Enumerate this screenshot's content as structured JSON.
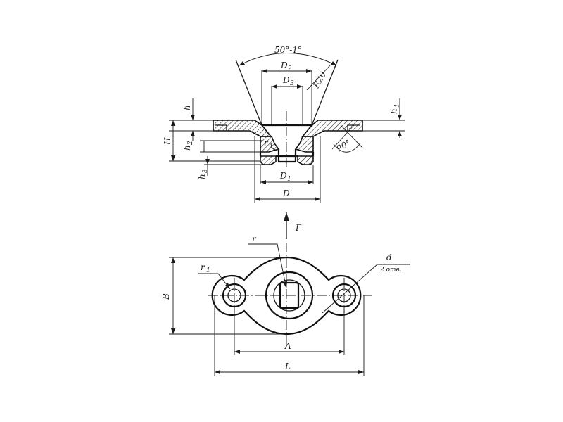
{
  "labels": {
    "angle": "50°-1°",
    "d2": "D",
    "d2_sub": "2",
    "d3": "D",
    "d3_sub": "3",
    "r20": "R20",
    "h": "h",
    "h1": "h",
    "h1_sub": "1",
    "H": "H",
    "h2": "h",
    "h2_sub": "2",
    "h3": "h",
    "h3_sub": "3",
    "r4": "r",
    "r4_sub": "4",
    "ninety": "90°",
    "d1": "D",
    "d1_sub": "1",
    "D": "D",
    "view": "Г",
    "r": "r",
    "r1": "r",
    "r1_sub": "1",
    "d": "d",
    "holes": "2 отв.",
    "B": "B",
    "A": "A",
    "L": "L"
  }
}
